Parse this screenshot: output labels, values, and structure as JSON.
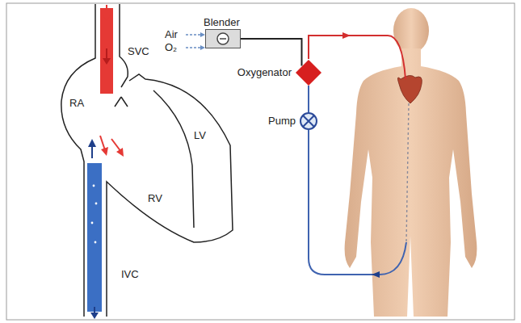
{
  "diagram": {
    "nodes": [
      {
        "text": [
          "Blender"
        ]
      },
      {
        "text": [
          "Oxygenator"
        ]
      },
      {
        "text": [
          "Pump"
        ]
      }
    ],
    "edges": [
      {
        "from": 0,
        "to": 1,
        "arrow": "none"
      },
      {
        "from": 2,
        "to": 1,
        "arrow": "none"
      }
    ],
    "labels": [
      "Air",
      "O₂",
      "SVC",
      "RA",
      "LV",
      "RV",
      "IVC"
    ]
  }
}
